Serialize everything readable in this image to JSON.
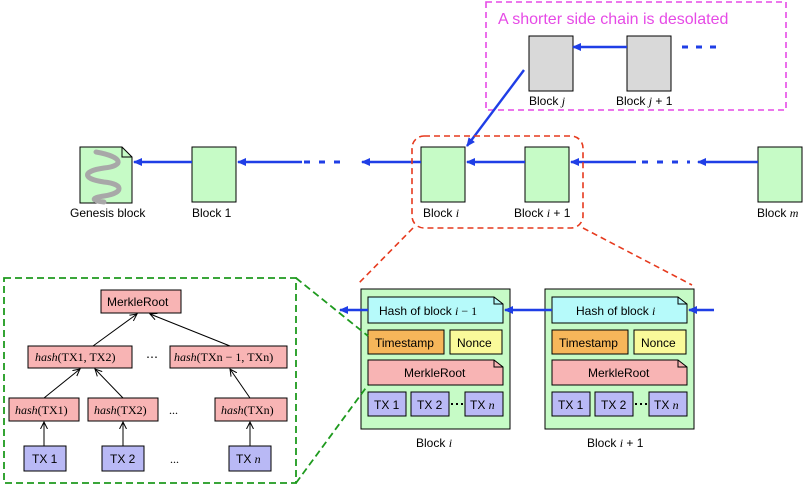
{
  "side_chain": {
    "title": "A shorter side chain is desolated",
    "blocks": [
      {
        "label": "Block ",
        "var": "j"
      },
      {
        "label": "Block ",
        "var": "j",
        "suffix": " + 1"
      }
    ]
  },
  "main_chain": {
    "genesis_label": "Genesis block",
    "blocks": [
      {
        "label": "Block 1",
        "var": ""
      },
      {
        "label": "Block ",
        "var": "i"
      },
      {
        "label": "Block ",
        "var": "i",
        "suffix": " + 1"
      },
      {
        "label": "Block ",
        "var": "m"
      }
    ]
  },
  "block_detail": [
    {
      "caption": "Block ",
      "caption_var": "i",
      "hash_label": "Hash of block ",
      "hash_var": "i",
      "hash_suffix": " − 1",
      "timestamp": "Timestamp",
      "nonce": "Nonce",
      "merkle": "MerkleRoot",
      "tx": [
        "TX 1",
        "TX 2",
        "TX "
      ],
      "tx_last_var": "n"
    },
    {
      "caption": "Block ",
      "caption_var": "i",
      "caption_suffix": " + 1",
      "hash_label": "Hash of block ",
      "hash_var": "i",
      "hash_suffix": "",
      "timestamp": "Timestamp",
      "nonce": "Nonce",
      "merkle": "MerkleRoot",
      "tx": [
        "TX 1",
        "TX 2",
        "TX "
      ],
      "tx_last_var": "n"
    }
  ],
  "merkle_tree": {
    "root": "MerkleRoot",
    "level2": [
      {
        "fn": "hash",
        "args": "(TX1, TX2)"
      },
      {
        "fn": "hash",
        "args": "(TXn − 1, TXn)"
      }
    ],
    "level1": [
      {
        "fn": "hash",
        "args": "(TX1)"
      },
      {
        "fn": "hash",
        "args": "(TX2)"
      },
      {
        "fn": "hash",
        "args": "(TXn)"
      }
    ],
    "leaves": [
      {
        "label": "TX 1",
        "var": ""
      },
      {
        "label": "TX 2",
        "var": ""
      },
      {
        "label": "TX ",
        "var": "n"
      }
    ],
    "ellipsis": "⋯",
    "dots": "..."
  },
  "colors": {
    "block_green": "#c6fbc6",
    "block_gray": "#d9d9d9",
    "arrow_blue": "#1f3ee6",
    "tx_blue": "#b9b9f5",
    "merkle_pink": "#f8b4b4",
    "hash_cyan": "#b6fafa",
    "timestamp_orange": "#f6b65a",
    "nonce_yellow": "#fafa9a",
    "dash_red": "#e63a1e",
    "dash_green": "#1e9a1e",
    "dash_magenta": "#e64ae6"
  },
  "icons": [
    "document-icon",
    "wavy-line-icon"
  ]
}
